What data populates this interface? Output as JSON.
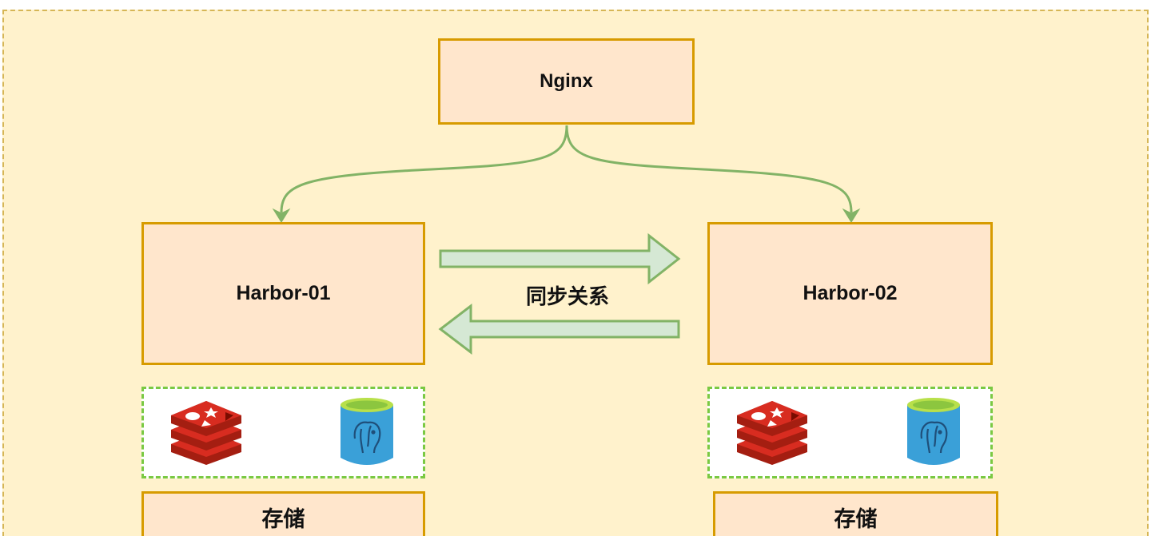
{
  "diagram": {
    "nginx_label": "Nginx",
    "harbor1_label": "Harbor-01",
    "harbor2_label": "Harbor-02",
    "sync_label": "同步关系",
    "storage1_label": "存储",
    "storage2_label": "存储",
    "storage_icons": [
      "redis-icon",
      "postgresql-icon"
    ],
    "colors": {
      "container_fill": "#fff2cc",
      "container_border": "#d6b656",
      "box_fill": "#ffe6cc",
      "box_border": "#d79b00",
      "connector": "#82b366",
      "sync_arrow_fill": "#d5e8d4",
      "storage_border": "#7ac943"
    }
  }
}
